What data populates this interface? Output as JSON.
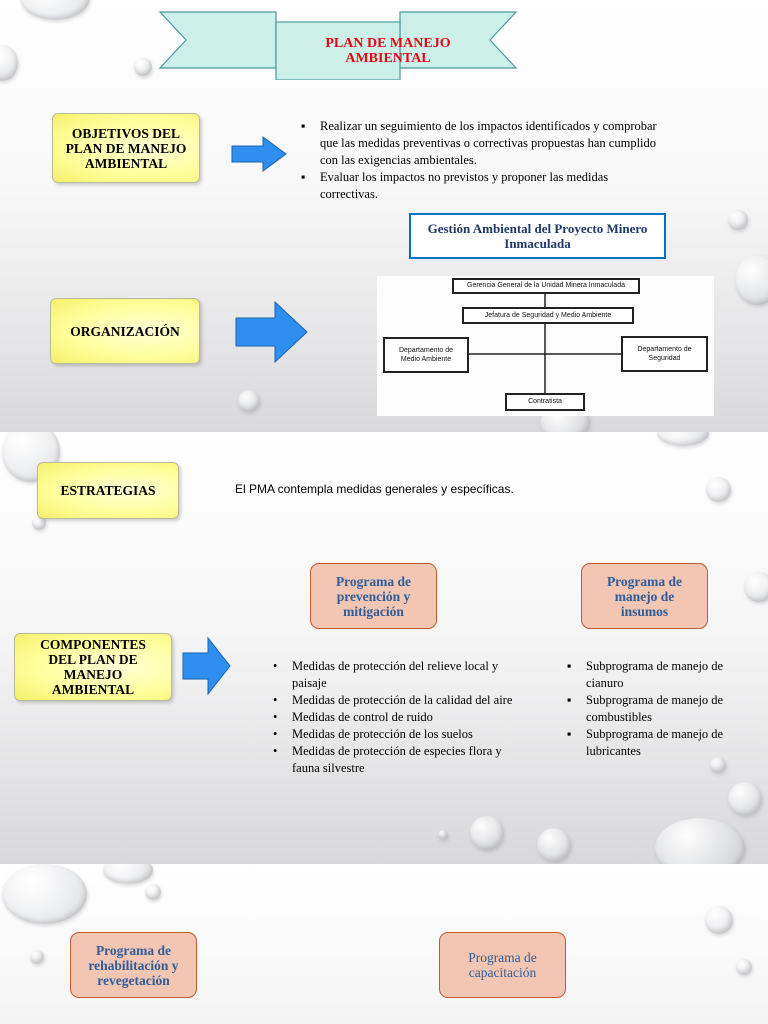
{
  "slide1": {
    "title": "PLAN DE MANEJO AMBIENTAL",
    "objetivos_label": "OBJETIVOS DEL PLAN DE MANEJO AMBIENTAL",
    "objetivos_items": [
      "Realizar un seguimiento de los impactos identificados y comprobar que las medidas preventivas o correctivas propuestas han cumplido con las exigencias ambientales.",
      "Evaluar los impactos no previstos y proponer las medidas correctivas."
    ],
    "org_title": "Gestión Ambiental del Proyecto Minero Inmaculada",
    "org_label": "ORGANIZACIÓN",
    "org_chart": {
      "top": "Gerencia General de la Unidad Minera Inmaculada",
      "second": "Jefatura de Seguridad y Medio Ambiente",
      "left": "Departamento de Medio Ambiente",
      "right": "Departamento de Seguridad",
      "bottom": "Contratista"
    }
  },
  "slide2": {
    "estrategias_label": "ESTRATEGIAS",
    "estrategias_text": "El PMA contempla medidas generales y específicas.",
    "program1": "Programa de prevención y mitigación",
    "program2": "Programa de manejo de insumos",
    "componentes_label": "COMPONENTES DEL PLAN DE MANEJO AMBIENTAL",
    "medidas": [
      "Medidas de protección del relieve local y paisaje",
      "Medidas de protección de la calidad del aire",
      "Medidas de control de ruido",
      "Medidas de protección de los suelos",
      "Medidas de protección de especies flora y fauna silvestre"
    ],
    "subprogramas": [
      "Subprograma de manejo de cianuro",
      "Subprograma de manejo de combustibles",
      "Subprograma de manejo de lubricantes"
    ]
  },
  "slide3": {
    "program3": "Programa de rehabilitación y revegetación",
    "program4": "Programa de capacitación"
  },
  "colors": {
    "banner": "#ccefe8",
    "title_red": "#e30613",
    "yellow_box": "#ffff9e",
    "arrow_blue": "#2e8ff0",
    "salmon_box": "#f2c6b2",
    "program_text": "#2f5c9a",
    "org_header": "#0070c0",
    "org_header_text": "#1f3864"
  }
}
